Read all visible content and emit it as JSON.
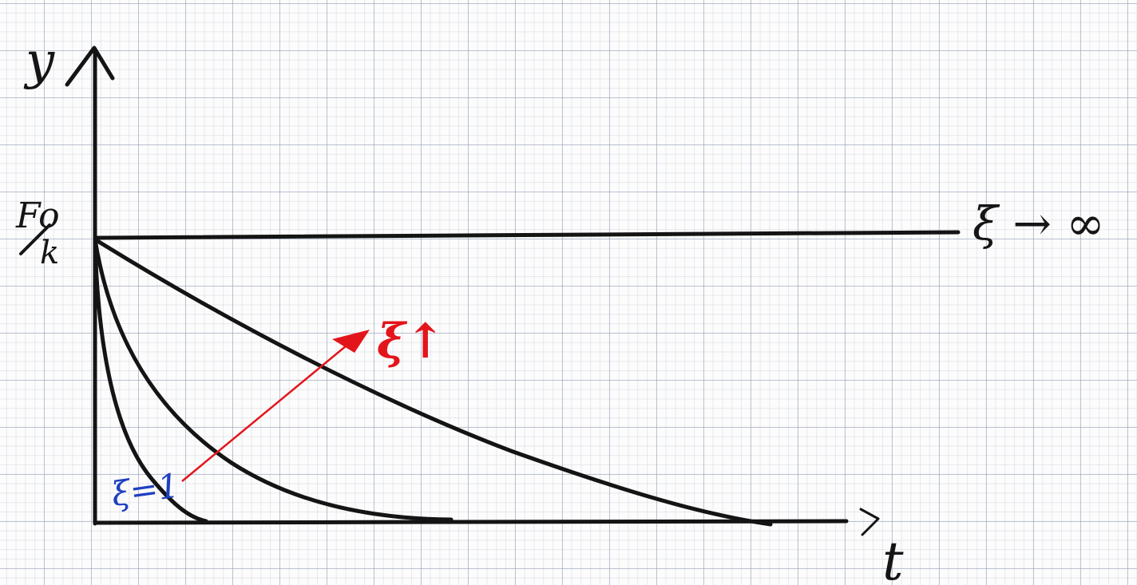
{
  "labels": {
    "y_axis": "y",
    "x_axis": "t",
    "y_level_num": "Fo",
    "y_level_den": "k",
    "xi_infinity": "ξ → ∞",
    "xi_one": "ξ=1",
    "xi_increase": "ξ↑"
  },
  "colors": {
    "ink": "#141414",
    "red_annotation": "#e3151b",
    "blue_annotation": "#1f3fc0",
    "grid": "#9aa3ba"
  },
  "curves": [
    {
      "name": "xi=1"
    },
    {
      "name": "xi-medium"
    },
    {
      "name": "xi-large"
    },
    {
      "name": "xi-infinity"
    }
  ]
}
